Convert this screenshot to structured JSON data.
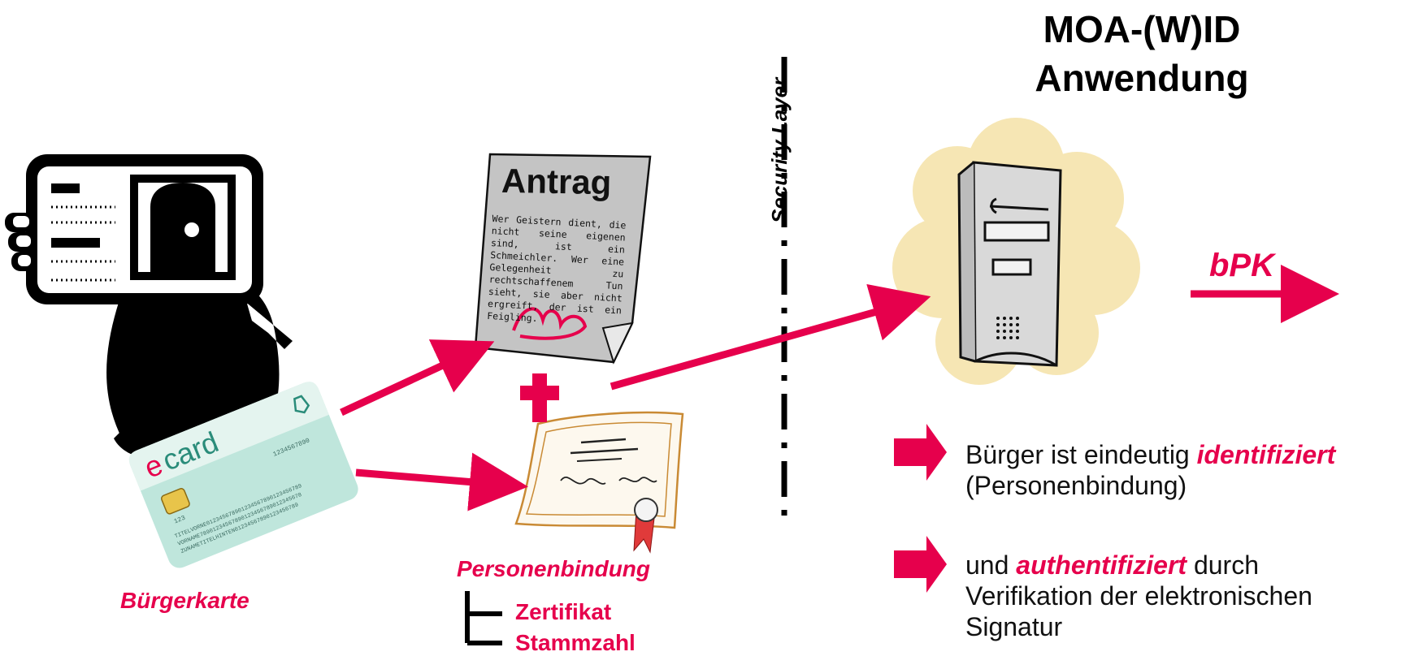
{
  "title": {
    "line1": "MOA-(W)ID",
    "line2": "Anwendung"
  },
  "security_layer_label": "Security Layer",
  "document": {
    "heading": "Antrag",
    "body": "Wer Geistern dient, die nicht seine eigenen sind, ist ein Schmeichler. Wer eine Gelegenheit zu rechtschaffenem Tun sieht, sie aber nicht ergreift, der ist ein Feigling."
  },
  "ecard": {
    "brand_e": "e",
    "brand_rest": "card",
    "number": "1234567890",
    "chip_number": "123",
    "lines": [
      "TITELVORNE012345678901234567890123456789",
      "VORNAME78901234567890123456789012345678",
      "ZUNAMETITELHINTEN01234567890123456789"
    ]
  },
  "labels": {
    "buergerkarte": "Bürgerkarte",
    "personenbindung": "Personenbindung",
    "zertifikat": "Zertifikat",
    "stammzahl": "Stammzahl",
    "bpk": "bPK"
  },
  "results": [
    {
      "before": "Bürger ist eindeutig ",
      "emphasis": "identifiziert",
      "after": "",
      "line2": "(Personenbindung)",
      "line3": ""
    },
    {
      "before": "und ",
      "emphasis": "authentifiziert",
      "after": " durch",
      "line2": "Verifikation der elektronischen",
      "line3": "Signatur"
    }
  ],
  "colors": {
    "accent": "#e6004c",
    "cloud": "#f6e6b4",
    "ecard": "#bfe6dc",
    "document": "#c4c4c4"
  }
}
